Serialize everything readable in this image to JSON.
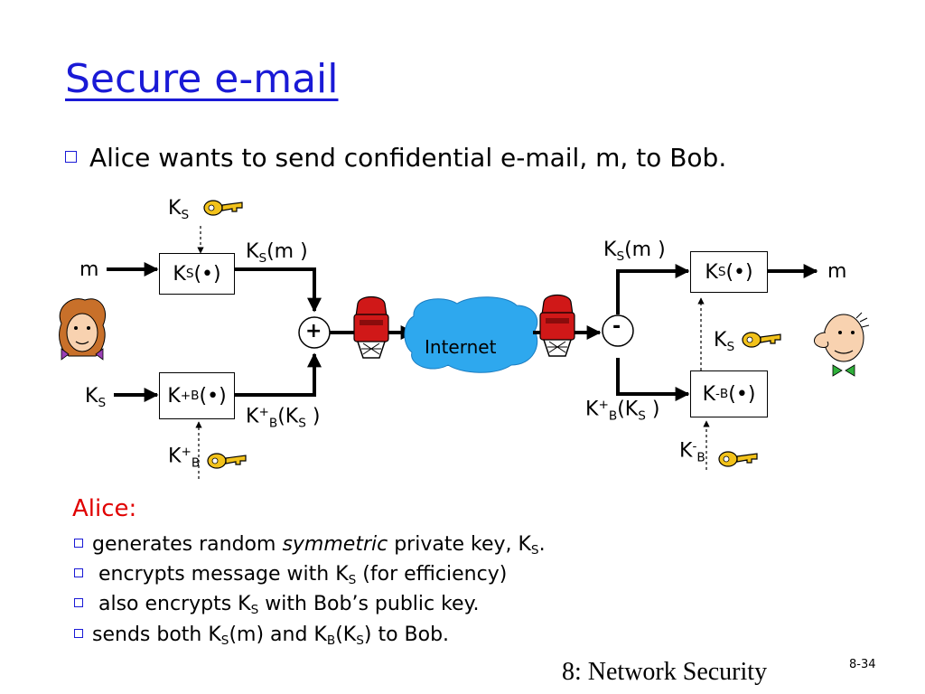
{
  "title": "Secure e-mail",
  "intro": "Alice wants to send confidential e-mail, m, to Bob.",
  "diagram": {
    "key": "K",
    "sym_sub": "S",
    "bob_sub": "B",
    "plus": "+",
    "minus": "-",
    "message": "m",
    "bullet_dot": "(•)",
    "ks_of_m_tail": "(m )",
    "kb_of_ks_open": "(K",
    "kb_of_ks_close": " )",
    "combine_symbol": "+",
    "split_symbol": "-",
    "internet_label": "Internet"
  },
  "alice": {
    "heading": "Alice:",
    "bullets": {
      "b1_a": "generates random ",
      "b1_em": "symmetric",
      "b1_b": " private key, K",
      "b1_sub": "S",
      "b1_c": ".",
      "b2_a": " encrypts message with K",
      "b2_sub": "S",
      "b2_b": " (for efficiency)",
      "b3_a": " also encrypts K",
      "b3_sub": "S",
      "b3_b": " with Bob’s public key.",
      "b4_a": "sends both K",
      "b4_sub1": "S",
      "b4_b": "(m) and K",
      "b4_sub2": "B",
      "b4_c": "(K",
      "b4_sub3": "S",
      "b4_d": ") to Bob."
    }
  },
  "footer": "8: Network Security",
  "slide_number": "8-34",
  "colors": {
    "title": "#1a1ad6",
    "heading": "#e00000",
    "cloud": "#2ea8ee",
    "key": "#f2c21b",
    "mailbox": "#d01818"
  }
}
